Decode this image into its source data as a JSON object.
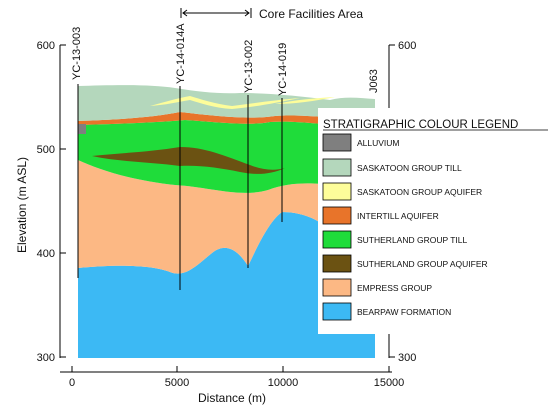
{
  "diagram": {
    "area_label": "Core Facilities Area",
    "y_axis_label": "Elevation (m ASL)",
    "x_axis_label": "Distance (m)",
    "y_ticks": [
      "600",
      "500",
      "400",
      "300"
    ],
    "right_ticks": [
      "600",
      "300"
    ],
    "x_ticks": [
      "0",
      "5000",
      "10000",
      "15000"
    ],
    "wells": [
      "YC-13-003",
      "YC-14-014A",
      "YC-13-002",
      "YC-14-019",
      "J063"
    ]
  },
  "legend": {
    "title": "STRATIGRAPHIC COLOUR LEGEND",
    "items": [
      {
        "label": "ALLUVIUM",
        "color": "#7f7f7f"
      },
      {
        "label": "SASKATOON GROUP TILL",
        "color": "#b4d7bc"
      },
      {
        "label": "SASKATOON GROUP AQUIFER",
        "color": "#fdfd9a"
      },
      {
        "label": "INTERTILL AQUIFER",
        "color": "#e8742a"
      },
      {
        "label": "SUTHERLAND GROUP TILL",
        "color": "#1fdc3a"
      },
      {
        "label": "SUTHERLAND GROUP AQUIFER",
        "color": "#6b5212"
      },
      {
        "label": "EMPRESS GROUP",
        "color": "#fcb884"
      },
      {
        "label": "BEARPAW FORMATION",
        "color": "#3cb9f4"
      }
    ]
  }
}
